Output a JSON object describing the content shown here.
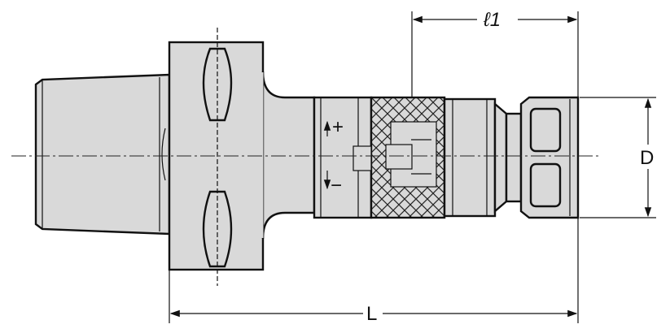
{
  "dimensions": {
    "l1": "ℓ1",
    "D": "D",
    "L": "L"
  },
  "markings": {
    "plus": "+",
    "minus": "−"
  },
  "colors": {
    "body": "#d9d9d9",
    "line": "#111111",
    "background": "#ffffff"
  }
}
